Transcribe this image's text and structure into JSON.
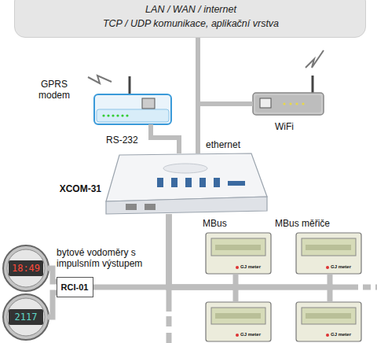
{
  "diagram": {
    "nodes": [
      {
        "text": [
          "LAN / WAN / internet",
          "TCP / UDP komunikace, aplikační vrstva"
        ]
      },
      {
        "text": [
          "GPRS modem"
        ]
      },
      {
        "text": [
          "WiFi"
        ]
      },
      {
        "text": [
          "XCOM-31"
        ]
      },
      {
        "text": [
          "GJ meter"
        ]
      },
      {
        "text": [
          "GJ meter"
        ]
      },
      {
        "text": [
          "18:49"
        ]
      },
      {
        "text": [
          "RCI-01"
        ]
      },
      {
        "text": [
          "2117"
        ]
      },
      {
        "text": [
          "GJ meter"
        ]
      },
      {
        "text": [
          "GJ meter"
        ]
      }
    ],
    "edges": [
      {
        "from": 0,
        "to": 3,
        "label": "ethernet",
        "arrow": "none"
      },
      {
        "from": 0,
        "to": 2,
        "arrow": "none"
      },
      {
        "from": 1,
        "to": 3,
        "label": "RS-232",
        "arrow": "none"
      },
      {
        "from": 3,
        "to": 4,
        "arrow": "none"
      },
      {
        "from": 3,
        "to": 5,
        "arrow": "none"
      },
      {
        "from": 3,
        "to": 7,
        "arrow": "none"
      },
      {
        "from": 6,
        "to": 7,
        "arrow": "none"
      },
      {
        "from": 8,
        "to": 7,
        "arrow": "none"
      },
      {
        "from": 3,
        "to": 9,
        "arrow": "none"
      },
      {
        "from": 3,
        "to": 10,
        "arrow": "none"
      }
    ],
    "labels": [
      "bytové vodoměry s impulsním výstupem",
      "MBus",
      "MBus měřiče"
    ]
  }
}
